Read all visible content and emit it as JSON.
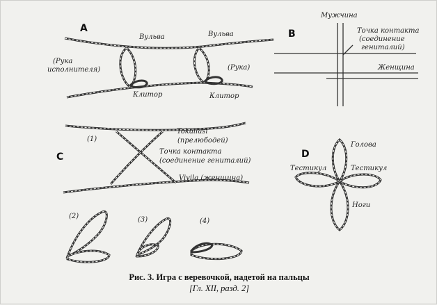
{
  "panel_a": {
    "letter": "A",
    "vulva_left": "Вульва",
    "vulva_right": "Вульва",
    "hand_performer_1": "(Рука",
    "hand_performer_2": "исполнителя)",
    "hand_right": "(Рука)",
    "clitoris_left": "Клитор",
    "clitoris_right": "Клитор"
  },
  "panel_b": {
    "letter": "B",
    "man": "Мужчина",
    "contact_1": "Точка контакта",
    "contact_2": "(соединение",
    "contact_3": "гениталий)",
    "woman": "Женщина"
  },
  "panel_c": {
    "letter": "C",
    "step_1": "(1)",
    "tokailasi_1": "Tokailasi",
    "tokailasi_2": "(прелюбодей)",
    "contact_1": "Точка контакта",
    "contact_2": "(соединение гениталий)",
    "vivila": "Vivila (женщина)",
    "step_2": "(2)",
    "step_3": "(3)",
    "step_4": "(4)"
  },
  "panel_d": {
    "letter": "D",
    "head": "Голова",
    "testicle_left": "Тестикул",
    "testicle_right": "Тестикул",
    "legs": "Ноги"
  },
  "caption": {
    "line1": "Рис. 3. Игра с веревочкой, надетой на пальцы",
    "line2": "[Гл. XII, разд. 2]"
  }
}
